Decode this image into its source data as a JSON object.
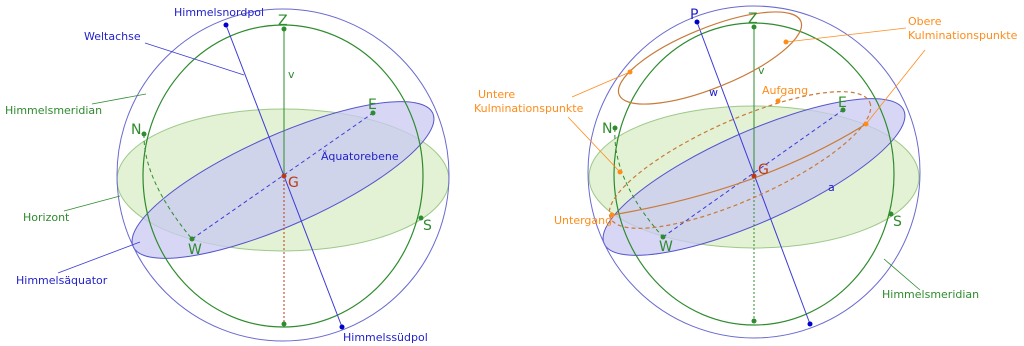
{
  "colors": {
    "sphere": "#6a6ad0",
    "meridian": "#2e8b2e",
    "horizon_fill": "#d9ecc6",
    "horizon_stroke": "#9dc98a",
    "equator_fill": "#c9c9f2",
    "equator_stroke": "#5555cc",
    "axis": "#3a3ad8",
    "point": "#0000cc",
    "center": "#b83a1a",
    "orbit": "#c87a3a",
    "orange": "#ff8c1a",
    "leader": "#888888"
  },
  "left": {
    "himmelsnordpol": "Himmelsnordpol",
    "weltachse": "Weltachse",
    "himmelsmeridian": "Himmelsmeridian",
    "horizont": "Horizont",
    "himmelsaequator": "Himmelsäquator",
    "himmelssuedpol": "Himmelssüdpol",
    "aequatorebene": "Äquatorebene",
    "zenith": "Z",
    "v": "v",
    "north": "N",
    "east": "E",
    "south": "S",
    "west": "W",
    "center": "G"
  },
  "right": {
    "pole": "P",
    "zenith": "Z",
    "obere_line1": "Obere",
    "obere_line2": "Kulminationspunkte",
    "untere_line1": "Untere",
    "untere_line2": "Kulminationspunkte",
    "aufgang": "Aufgang",
    "untergang": "Untergang",
    "w": "w",
    "v": "v",
    "north": "N",
    "east": "E",
    "south": "S",
    "west": "W",
    "center": "G",
    "a": "a",
    "himmelsmeridian": "Himmelsmeridian"
  }
}
